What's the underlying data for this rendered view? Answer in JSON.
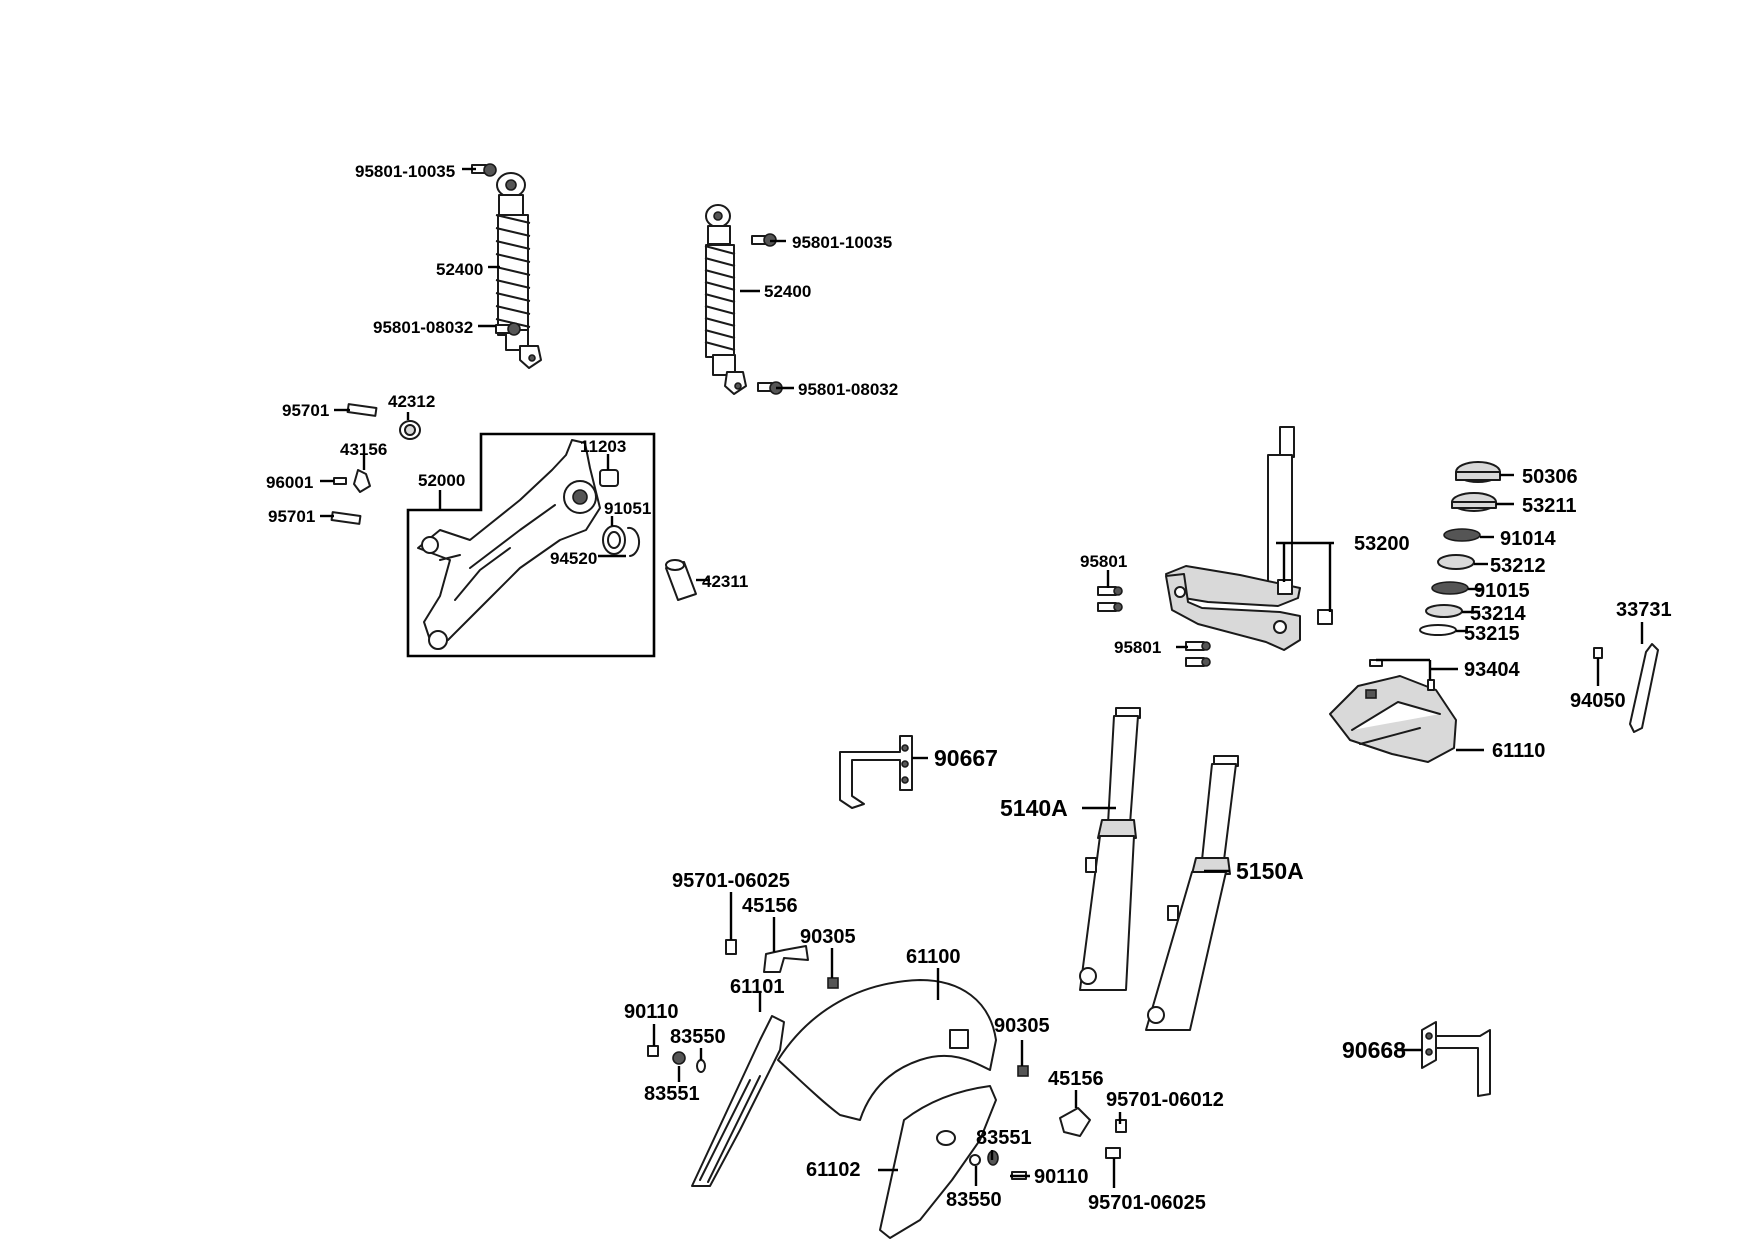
{
  "labels": {
    "l95801_10035_a": "95801-10035",
    "l52400_a": "52400",
    "l95801_08032_a": "95801-08032",
    "l95801_10035_b": "95801-10035",
    "l52400_b": "52400",
    "l95801_08032_b": "95801-08032",
    "l95701_a": "95701",
    "l42312": "42312",
    "l43156": "43156",
    "l96001": "96001",
    "l95701_b": "95701",
    "l52000": "52000",
    "l11203": "11203",
    "l91051": "91051",
    "l94520": "94520",
    "l42311": "42311",
    "l50306": "50306",
    "l53211": "53211",
    "l91014": "91014",
    "l53212": "53212",
    "l91015": "91015",
    "l53214": "53214",
    "l53215": "53215",
    "l53200": "53200",
    "l95801_a": "95801",
    "l95801_b": "95801",
    "l33731": "33731",
    "l93404": "93404",
    "l94050": "94050",
    "l61110": "61110",
    "l90667": "90667",
    "l5140A": "5140A",
    "l5150A": "5150A",
    "l95701_06025_a": "95701-06025",
    "l45156_a": "45156",
    "l90305_a": "90305",
    "l61100": "61100",
    "l90110_a": "90110",
    "l61101": "61101",
    "l83550_a": "83550",
    "l83551_a": "83551",
    "l90305_b": "90305",
    "l45156_b": "45156",
    "l95701_06012": "95701-06012",
    "l83551_b": "83551",
    "l61102": "61102",
    "l90110_b": "90110",
    "l83550_b": "83550",
    "l95701_06025_b": "95701-06025",
    "l90668": "90668"
  }
}
